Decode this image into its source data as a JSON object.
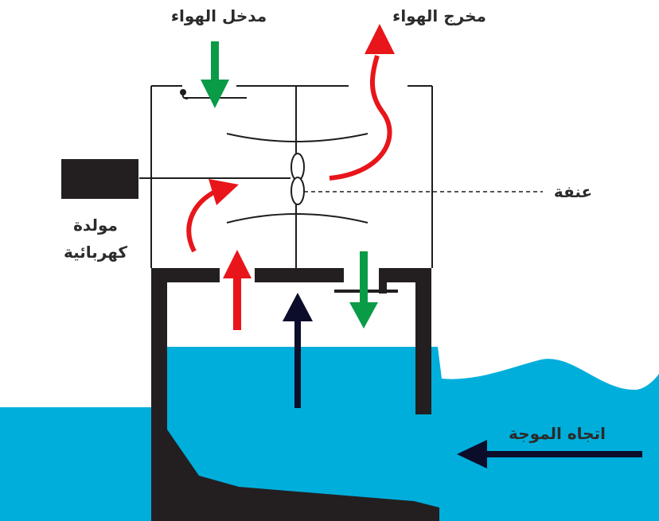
{
  "labels": {
    "air_inlet": "مدخل الهواء",
    "air_outlet": "مخرج الهواء",
    "turbine": "عنفة",
    "generator_line1": "مولدة",
    "generator_line2": "كهربائية",
    "wave_direction": "اتجاه الموجة"
  },
  "colors": {
    "water": "#00aedb",
    "structure": "#231f20",
    "air_in_arrow": "#0a9b47",
    "air_out_arrow": "#e8151b",
    "wave_arrow": "#0b0d2a",
    "outline": "#1e1e1e"
  }
}
